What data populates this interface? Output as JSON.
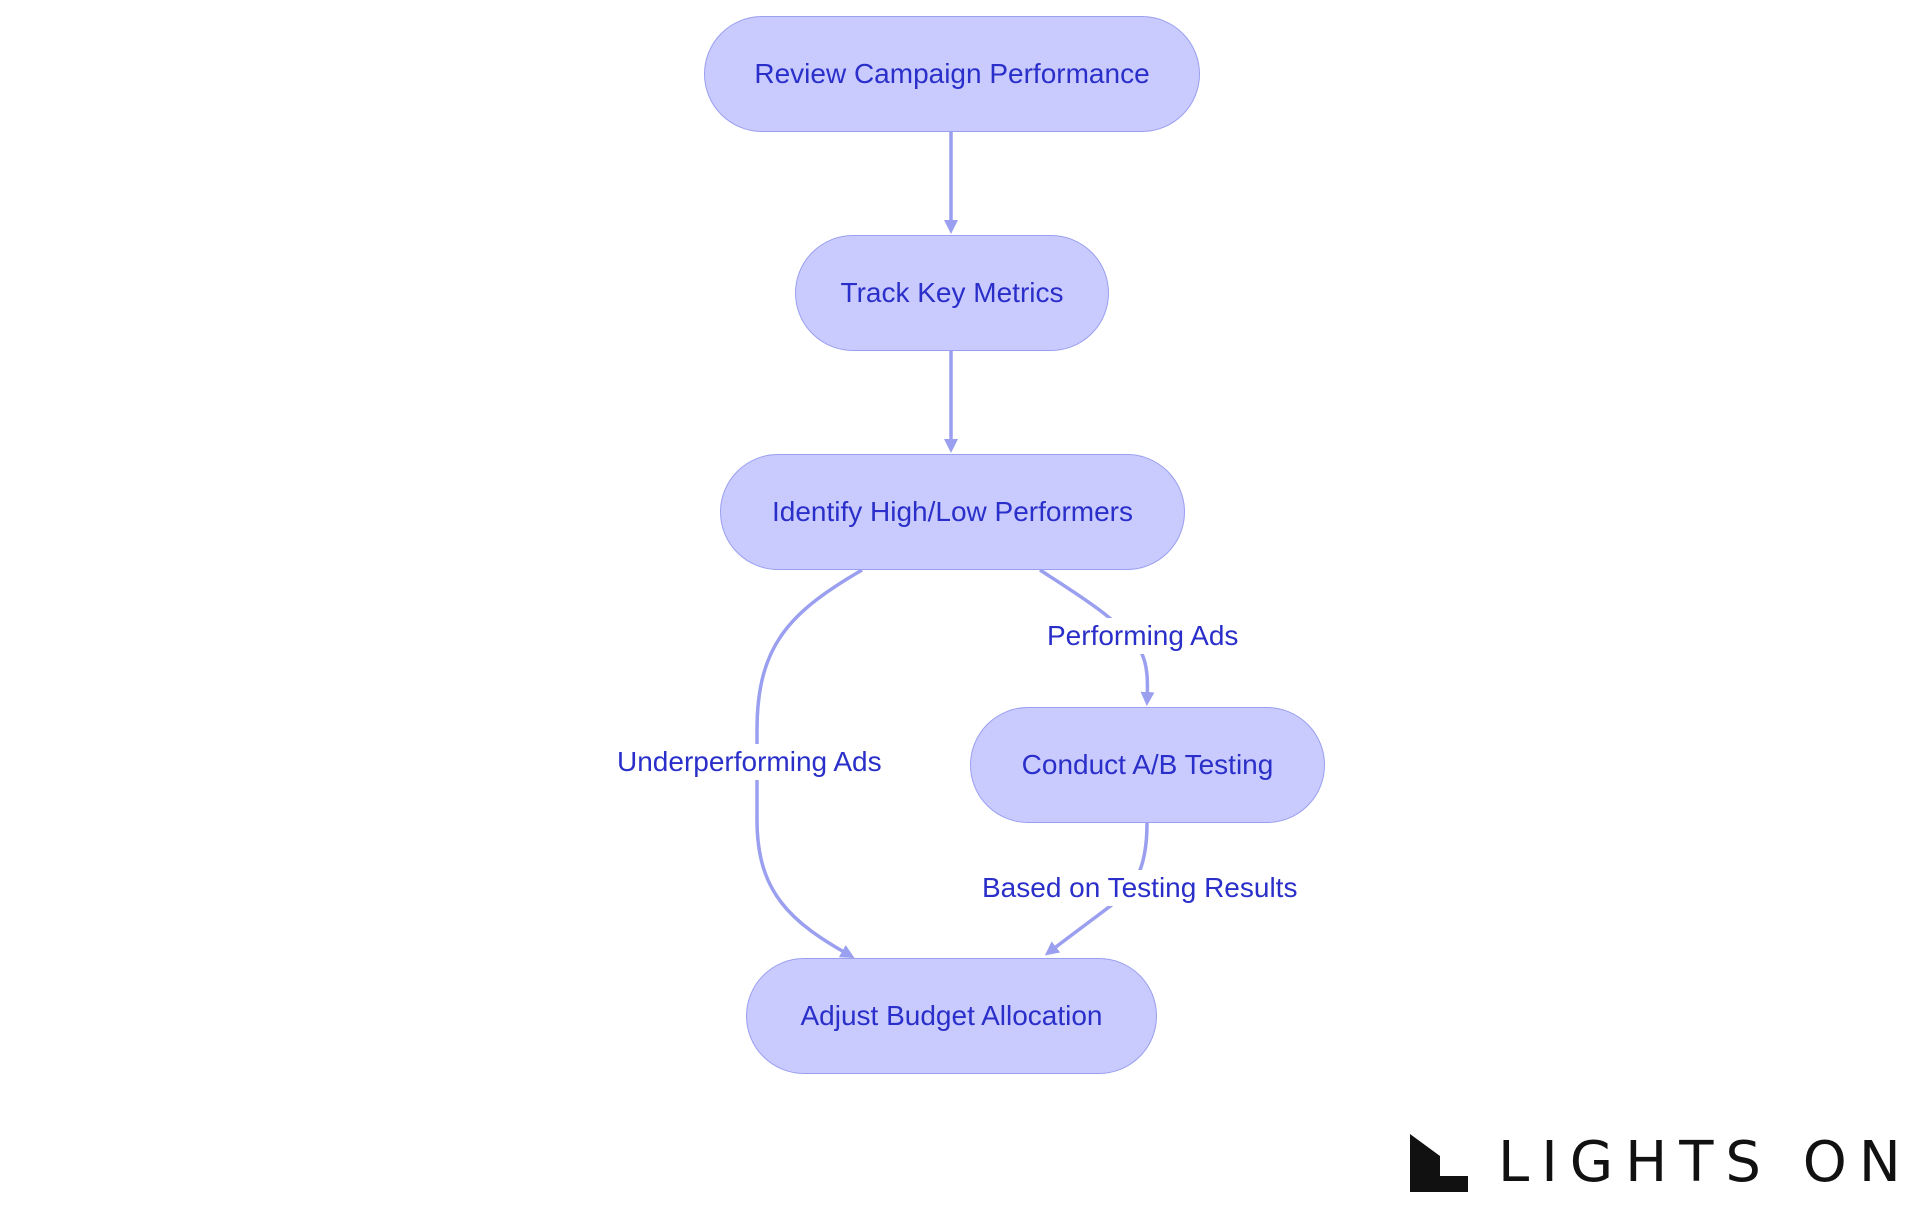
{
  "diagram": {
    "nodes": [
      {
        "id": "review",
        "label": "Review Campaign Performance"
      },
      {
        "id": "track",
        "label": "Track Key Metrics"
      },
      {
        "id": "identify",
        "label": "Identify High/Low Performers"
      },
      {
        "id": "abtest",
        "label": "Conduct A/B Testing"
      },
      {
        "id": "budget",
        "label": "Adjust Budget Allocation"
      }
    ],
    "edges": [
      {
        "from": "review",
        "to": "track",
        "label": ""
      },
      {
        "from": "track",
        "to": "identify",
        "label": ""
      },
      {
        "from": "identify",
        "to": "abtest",
        "label": "Performing Ads"
      },
      {
        "from": "identify",
        "to": "budget",
        "label": "Underperforming Ads"
      },
      {
        "from": "abtest",
        "to": "budget",
        "label": "Based on Testing Results"
      }
    ],
    "colors": {
      "node_fill": "#c9cbff",
      "node_border": "#9a9ff0",
      "text": "#2a2fc9",
      "edge": "#9a9ff0"
    }
  },
  "logo": {
    "text": "LIGHTS ON",
    "color": "#111111"
  }
}
